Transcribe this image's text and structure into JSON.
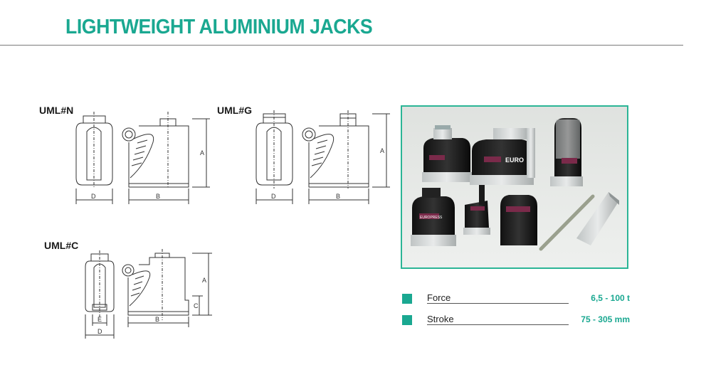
{
  "page": {
    "title": "LIGHTWEIGHT ALUMINIUM JACKS"
  },
  "models": [
    {
      "name": "UML#N"
    },
    {
      "name": "UML#G"
    },
    {
      "name": "UML#C"
    }
  ],
  "dims": {
    "a": "A",
    "b": "B",
    "c": "C",
    "d": "D",
    "e": "E"
  },
  "photo": {
    "brand_text": "EURO",
    "label_text": "EUROPRESS"
  },
  "specs": [
    {
      "label": "Force",
      "value": "6,5 - 100 t"
    },
    {
      "label": "Stroke",
      "value": "75 - 305 mm"
    }
  ],
  "colors": {
    "accent": "#1aa891",
    "frame": "#2bb596"
  }
}
